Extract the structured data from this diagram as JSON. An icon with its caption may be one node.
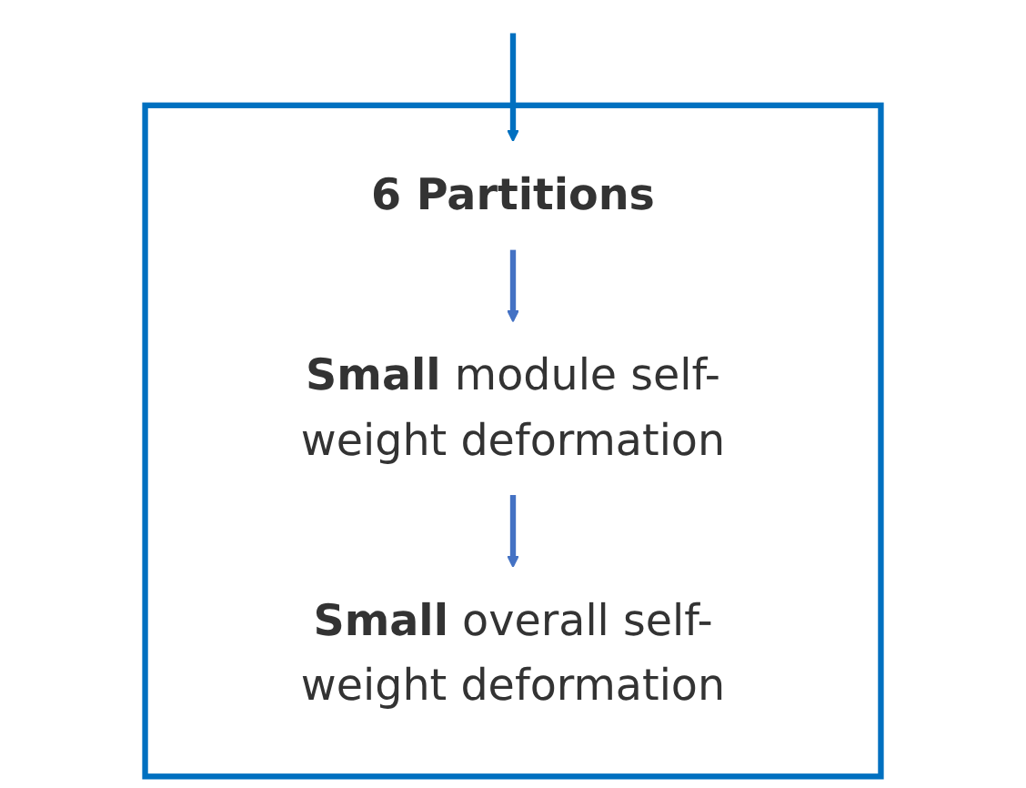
{
  "diagram": {
    "nodes": [
      {
        "text": [],
        "shape": "box"
      },
      {
        "text": [
          "6 Partitions"
        ],
        "in": 0
      },
      {
        "text": [
          "**Small** module self-weight deformation"
        ],
        "in": 0
      },
      {
        "text": [
          "**Small** overall self-weight deformation"
        ],
        "in": 0
      }
    ],
    "edges": [
      {
        "from": null,
        "to": 1,
        "arrow": "to",
        "color": "#0070c0"
      },
      {
        "from": 1,
        "to": 2,
        "arrow": "to",
        "color": "#4472c4"
      },
      {
        "from": 2,
        "to": 3,
        "arrow": "to",
        "color": "#4472c4"
      }
    ]
  }
}
